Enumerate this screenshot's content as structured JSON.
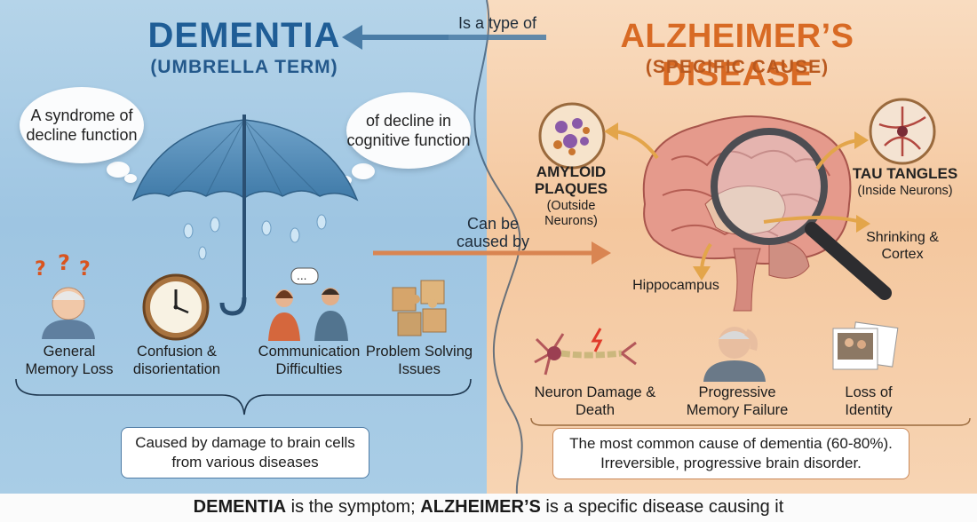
{
  "dementia": {
    "title": "DEMENTIA",
    "subtitle": "(UMBRELLA TERM)",
    "cloud_left": "A syndrome of decline function",
    "cloud_right": "of decline in cognitive function",
    "symptoms": [
      {
        "label": "General Memory Loss"
      },
      {
        "label": "Confusion & disorientation"
      },
      {
        "label": "Communication Difficulties"
      },
      {
        "label": "Problem Solving Issues"
      }
    ],
    "summary": "Caused by damage to brain cells from various diseases",
    "colors": {
      "title": "#1f5d96",
      "panel": "#a7cbe4"
    }
  },
  "alzheimers": {
    "title": "ALZHEIMER’S DISEASE",
    "subtitle": "(SPECIFIC CAUSE)",
    "amyloid_title": "AMYLOID PLAQUES",
    "amyloid_sub": "(Outside Neurons)",
    "tau_title": "TAU TANGLES",
    "tau_sub": "(Inside Neurons)",
    "shrinking": "Shrinking & Cortex",
    "hippocampus": "Hippocampus",
    "effects": [
      {
        "label": "Neuron Damage & Death"
      },
      {
        "label": "Progressive Memory Failure"
      },
      {
        "label": "Loss of Identity"
      }
    ],
    "summary_line1": "The most common cause of dementia (60-80%).",
    "summary_line2": "Irreversible, progressive brain disorder.",
    "colors": {
      "title": "#d86a24",
      "panel": "#f5cba4"
    }
  },
  "links": {
    "is_type_of": "Is a type of",
    "can_be_caused_by": "Can be caused by"
  },
  "footer": {
    "part1": "DEMENTIA",
    "part2": " is the symptom; ",
    "part3": "ALZHEIMER’S",
    "part4": " is a specific disease causing it"
  },
  "icons": [
    "umbrella-icon",
    "elderly-man-icon",
    "clock-icon",
    "conversation-icon",
    "puzzle-icon",
    "brain-icon",
    "magnifier-icon",
    "neuron-icon",
    "photo-icon"
  ]
}
